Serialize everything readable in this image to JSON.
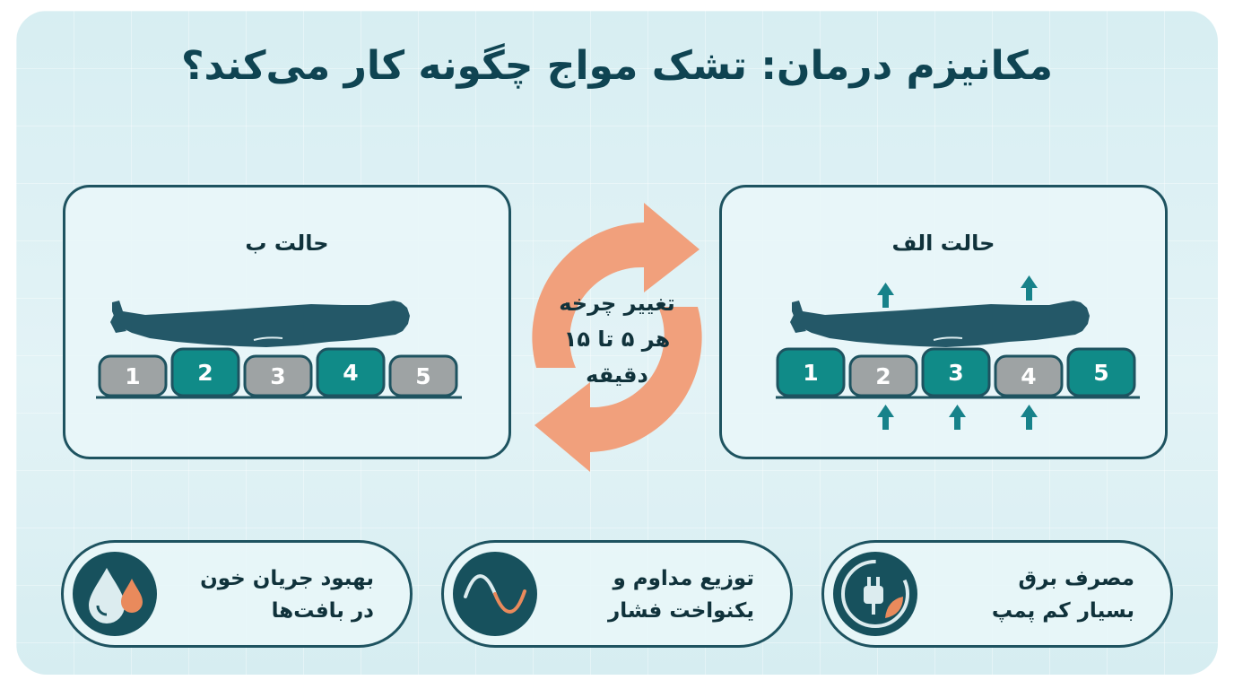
{
  "title": "مکانیزم درمان: تشک مواج چگونه کار می‌کند؟",
  "state_a": {
    "label": "حالت الف",
    "cells": [
      {
        "num": "1",
        "state": "inflated"
      },
      {
        "num": "2",
        "state": "deflated"
      },
      {
        "num": "3",
        "state": "inflated"
      },
      {
        "num": "4",
        "state": "deflated"
      },
      {
        "num": "5",
        "state": "inflated"
      }
    ]
  },
  "state_b": {
    "label": "حالت ب",
    "cells": [
      {
        "num": "1",
        "state": "deflated"
      },
      {
        "num": "2",
        "state": "inflated"
      },
      {
        "num": "3",
        "state": "deflated"
      },
      {
        "num": "4",
        "state": "inflated"
      },
      {
        "num": "5",
        "state": "deflated"
      }
    ]
  },
  "cycle": {
    "line1": "تغییر چرخه",
    "line2": "هر ۵ تا ۱۵",
    "line3": "دقیقه"
  },
  "features": [
    {
      "line1": "مصرف برق",
      "line2": "بسیار کم پمپ",
      "icon": "plug-leaf-icon"
    },
    {
      "line1": "توزیع مداوم و",
      "line2": "یکنواخت فشار",
      "icon": "sine-wave-icon"
    },
    {
      "line1": "بهبود جریان خون",
      "line2": "در بافت‌ها",
      "icon": "water-drops-icon"
    }
  ],
  "colors": {
    "teal": "#108b88",
    "gray": "#9ea3a4",
    "dark": "#1e5360",
    "orange": "#f1a07c",
    "background": "#dcf0f4"
  }
}
